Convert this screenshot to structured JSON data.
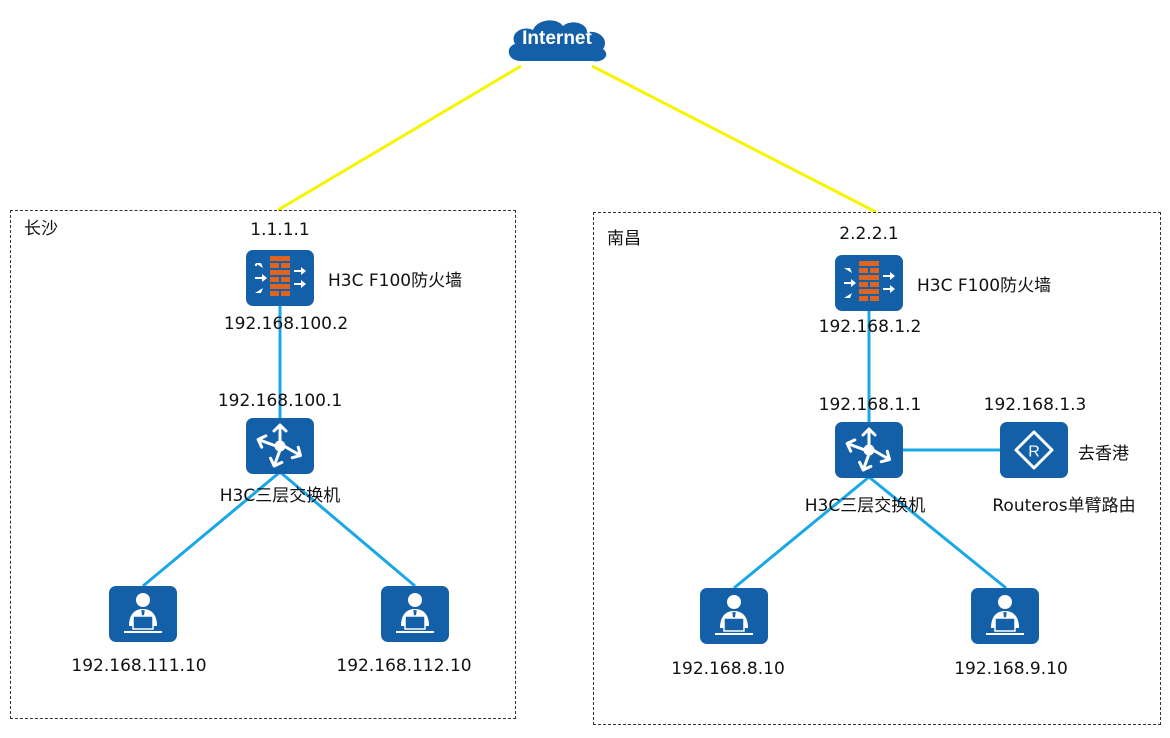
{
  "colors": {
    "device_blue": "#1360a8",
    "wan_link": "#f5f500",
    "lan_link": "#1aa7e6",
    "firewall_brick": "#e0641e"
  },
  "internet": {
    "label": "Internet",
    "icon": "cloud-icon"
  },
  "sites": [
    {
      "name": "长沙",
      "firewall": {
        "wan_ip": "1.1.1.1",
        "label": "H3C F100防火墙",
        "lan_ip": "192.168.100.2",
        "icon": "firewall-icon"
      },
      "switch": {
        "ip": "192.168.100.1",
        "label": "H3C三层交换机",
        "icon": "l3-switch-icon"
      },
      "hosts": [
        {
          "ip": "192.168.111.10",
          "icon": "user-pc-icon"
        },
        {
          "ip": "192.168.112.10",
          "icon": "user-pc-icon"
        }
      ]
    },
    {
      "name": "南昌",
      "firewall": {
        "wan_ip": "2.2.2.1",
        "label": "H3C F100防火墙",
        "lan_ip": "192.168.1.2",
        "icon": "firewall-icon"
      },
      "switch": {
        "ip": "192.168.1.1",
        "label": "H3C三层交换机",
        "icon": "l3-switch-icon"
      },
      "router": {
        "ip": "192.168.1.3",
        "note": "去香港",
        "label": "Routeros单臂路由",
        "icon": "router-icon"
      },
      "hosts": [
        {
          "ip": "192.168.8.10",
          "icon": "user-pc-icon"
        },
        {
          "ip": "192.168.9.10",
          "icon": "user-pc-icon"
        }
      ]
    }
  ]
}
